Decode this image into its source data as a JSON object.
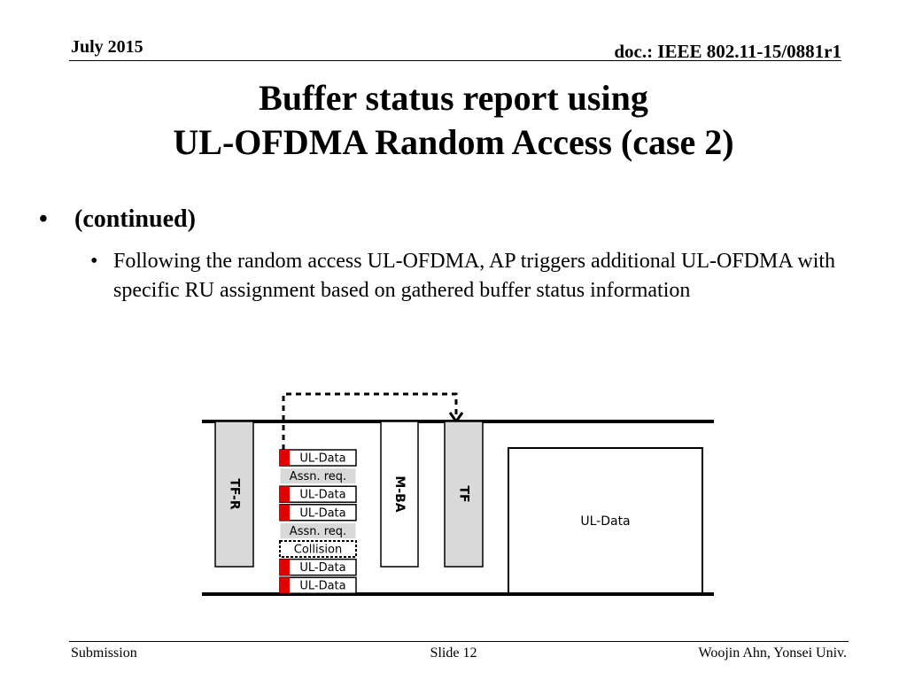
{
  "header": {
    "date": "July 2015",
    "doc_id": "doc.: IEEE 802.11-15/0881r1"
  },
  "title": {
    "line1": "Buffer status report using",
    "line2": "UL-OFDMA Random Access (case 2)"
  },
  "bullets": {
    "level1_marker": "•",
    "level1": "(continued)",
    "level2_marker": "•",
    "level2": "Following the random access UL-OFDMA, AP triggers additional UL-OFDMA with specific RU assignment based on gathered buffer status information"
  },
  "diagram": {
    "tf_r_label": "TF-R",
    "mba_label": "M-BA",
    "tf_label": "TF",
    "ul_data_big_label": "UL-Data",
    "stack_items": [
      {
        "label": "UL-Data",
        "kind": "data"
      },
      {
        "label": "Assn. req.",
        "kind": "assn"
      },
      {
        "label": "UL-Data",
        "kind": "data"
      },
      {
        "label": "UL-Data",
        "kind": "data"
      },
      {
        "label": "Assn. req.",
        "kind": "assn"
      },
      {
        "label": "Collision",
        "kind": "collision"
      },
      {
        "label": "UL-Data",
        "kind": "data"
      },
      {
        "label": "UL-Data",
        "kind": "data"
      }
    ],
    "colors": {
      "gray_fill": "#d9d9d9",
      "red_marker": "#e00000",
      "line": "#000000"
    }
  },
  "footer": {
    "left": "Submission",
    "center": "Slide 12",
    "right": "Woojin Ahn, Yonsei Univ."
  }
}
